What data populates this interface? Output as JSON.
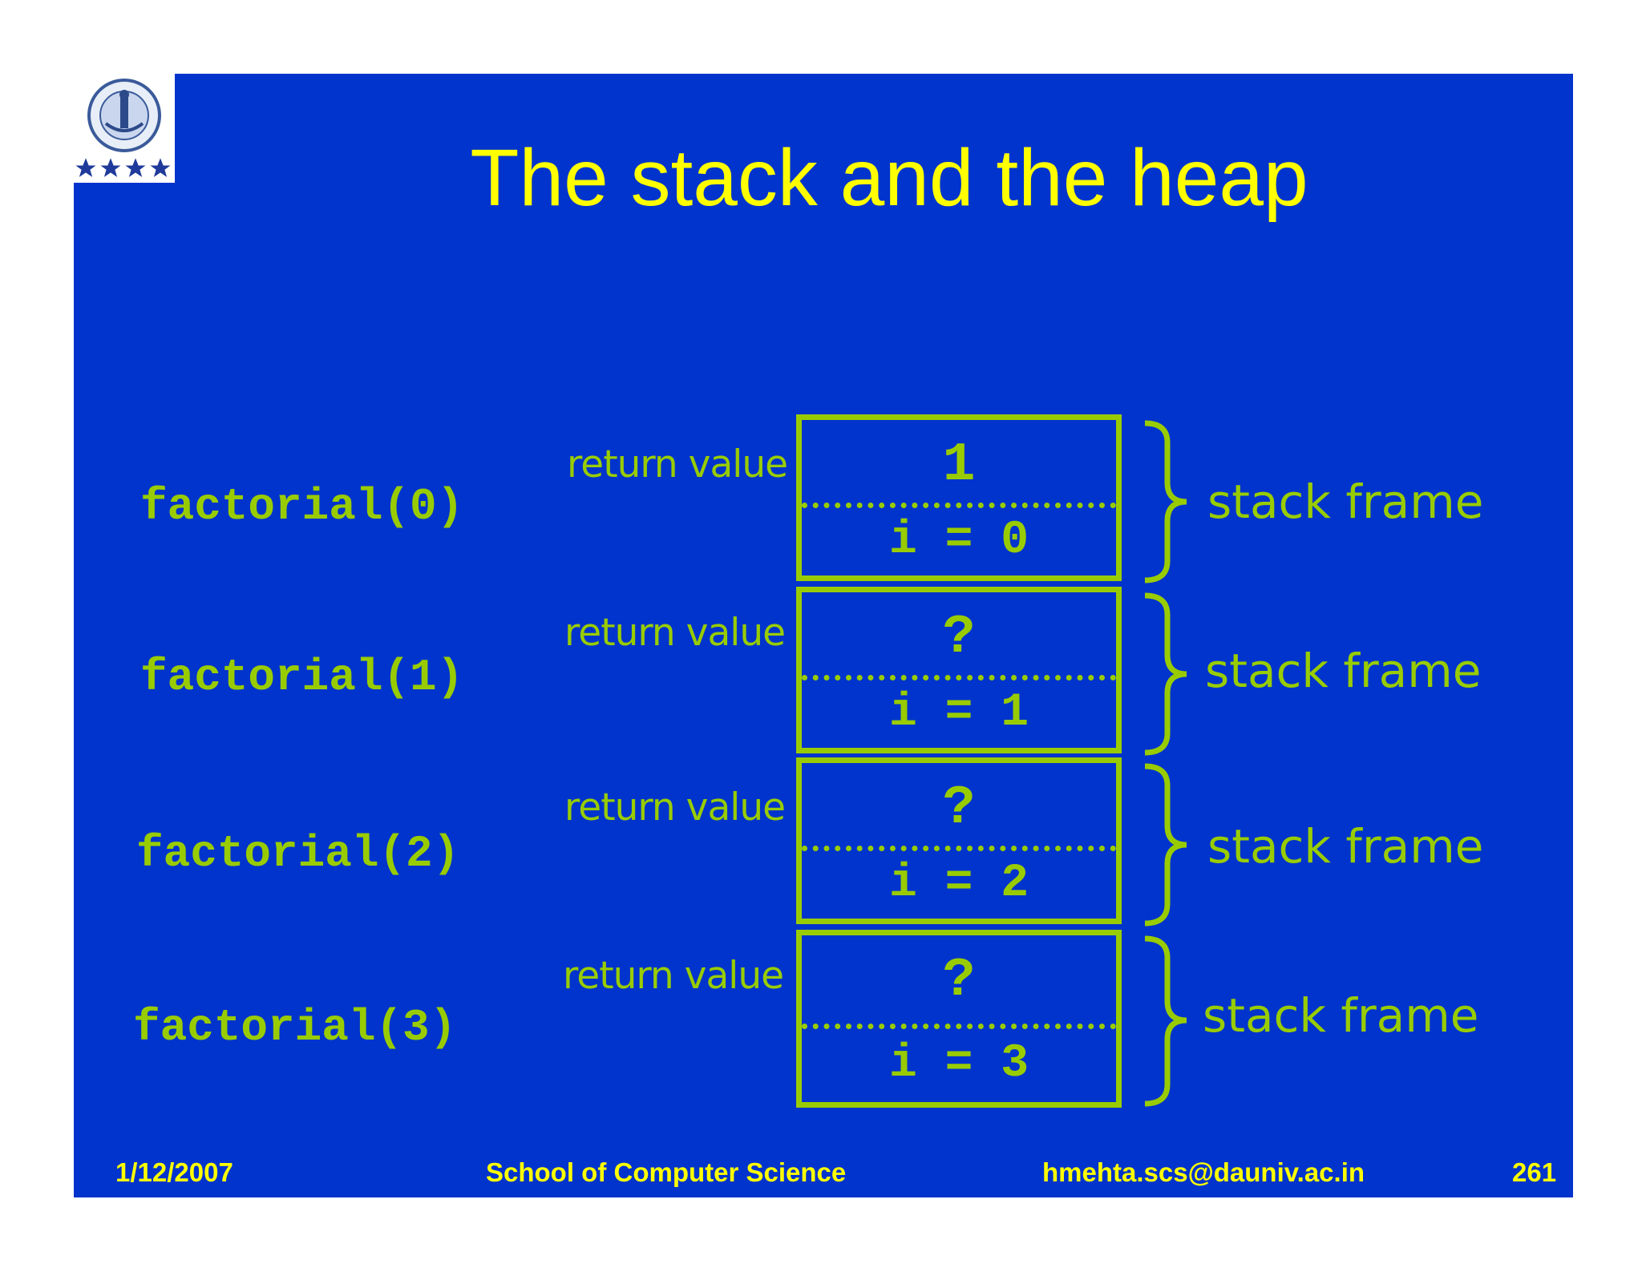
{
  "slide": {
    "title": "The stack and the heap"
  },
  "frames": [
    {
      "func": "factorial(0)",
      "return_label": "return value",
      "return_value": "1",
      "local": "i = 0",
      "frame_label": "stack frame"
    },
    {
      "func": "factorial(1)",
      "return_label": "return value",
      "return_value": "?",
      "local": "i = 1",
      "frame_label": "stack frame"
    },
    {
      "func": "factorial(2)",
      "return_label": "return value",
      "return_value": "?",
      "local": "i = 2",
      "frame_label": "stack frame"
    },
    {
      "func": "factorial(3)",
      "return_label": "return value",
      "return_value": "?",
      "local": "i = 3",
      "frame_label": "stack frame"
    }
  ],
  "footer": {
    "date": "1/12/2007",
    "school": "School of Computer Science",
    "email": "hmehta.scs@dauniv.ac.in",
    "page": "261"
  },
  "colors": {
    "background": "#0034cc",
    "title": "#ffff00",
    "diagram": "#99cc00",
    "footer": "#ffff00"
  },
  "icons": {
    "logo": "university-seal-icon"
  }
}
